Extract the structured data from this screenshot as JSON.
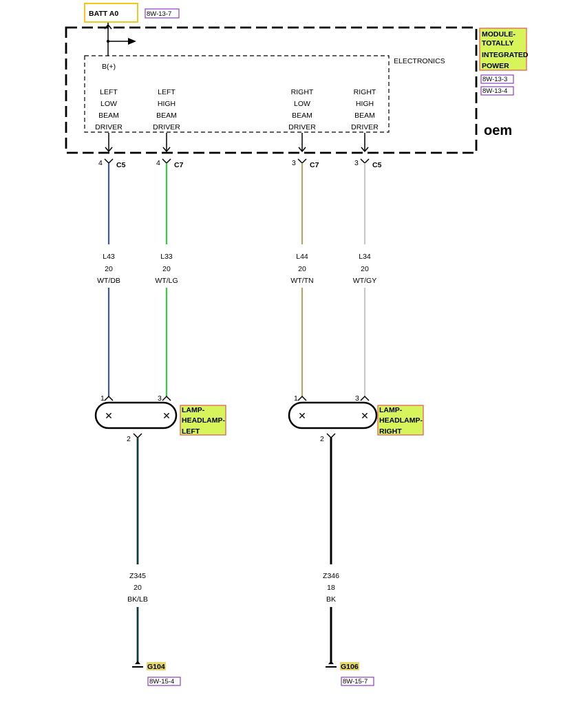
{
  "battery": {
    "label": "BATT A0",
    "ref": "8W-13-7"
  },
  "module": {
    "name_lines": [
      "MODULE-",
      "TOTALLY",
      "INTEGRATED",
      "POWER"
    ],
    "refs": [
      "8W-13-3",
      "8W-13-4"
    ],
    "section_label": "ELECTRONICS",
    "supply_label": "B(+)"
  },
  "watermark": "oem",
  "drivers": [
    {
      "lines": [
        "LEFT",
        "LOW",
        "BEAM",
        "DRIVER"
      ],
      "pin": "4",
      "connector": "C5",
      "circuit": "L43",
      "gauge": "20",
      "color_code": "WT/DB",
      "wire_color": "#3c5aa0",
      "lamp_pin": "1"
    },
    {
      "lines": [
        "LEFT",
        "HIGH",
        "BEAM",
        "DRIVER"
      ],
      "pin": "4",
      "connector": "C7",
      "circuit": "L33",
      "gauge": "20",
      "color_code": "WT/LG",
      "wire_color": "#2fd23a",
      "lamp_pin": "3"
    },
    {
      "lines": [
        "RIGHT",
        "LOW",
        "BEAM",
        "DRIVER"
      ],
      "pin": "3",
      "connector": "C7",
      "circuit": "L44",
      "gauge": "20",
      "color_code": "WT/TN",
      "wire_color": "#b0a470",
      "lamp_pin": "1"
    },
    {
      "lines": [
        "RIGHT",
        "HIGH",
        "BEAM",
        "DRIVER"
      ],
      "pin": "3",
      "connector": "C5",
      "circuit": "L34",
      "gauge": "20",
      "color_code": "WT/GY",
      "wire_color": "#c8c8c8",
      "lamp_pin": "3"
    }
  ],
  "lamps": [
    {
      "name_lines": [
        "LAMP-",
        "HEADLAMP-",
        "LEFT"
      ],
      "ground_pin": "2"
    },
    {
      "name_lines": [
        "LAMP-",
        "HEADLAMP-",
        "RIGHT"
      ],
      "ground_pin": "2"
    }
  ],
  "grounds": [
    {
      "circuit": "Z345",
      "gauge": "20",
      "color_code": "BK/LB",
      "wire_color": "#0f3a3c",
      "ground": "G104",
      "ref": "8W-15-4"
    },
    {
      "circuit": "Z346",
      "gauge": "18",
      "color_code": "BK",
      "wire_color": "#000000",
      "ground": "G106",
      "ref": "8W-15-7"
    }
  ]
}
